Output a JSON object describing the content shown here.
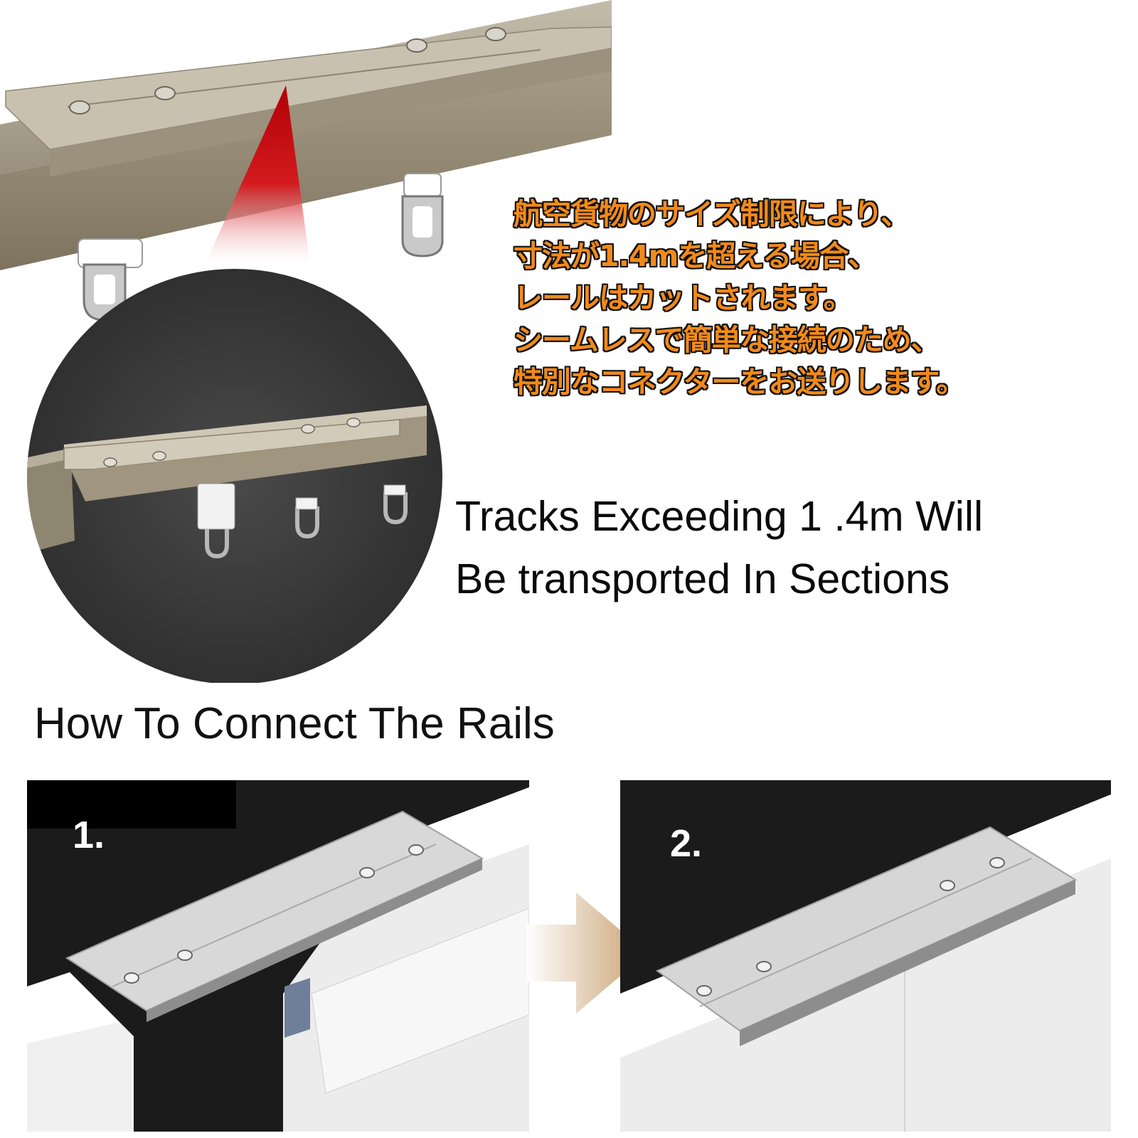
{
  "notice": {
    "japanese_lines": [
      "航空貨物のサイズ制限により、",
      "寸法が1.4mを超える場合、",
      "レールはカットされます。",
      "シームレスで簡単な接続のため、",
      "特別なコネクターをお送りします。"
    ],
    "english_lines": [
      "Tracks Exceeding 1 .4m Will",
      "Be transported In Sections"
    ]
  },
  "guide": {
    "title": "How To Connect The Rails",
    "steps": [
      {
        "label": "1."
      },
      {
        "label": "2."
      }
    ]
  },
  "colors": {
    "rail_bronze": "#a59c8a",
    "highlight_red": "#c0060a",
    "note_orange": "#f28a1a",
    "panel_dark": "#1b1b1b",
    "arrow_tan": "#c8a070"
  },
  "icons": {
    "arrow": "next-step-arrow-icon"
  }
}
